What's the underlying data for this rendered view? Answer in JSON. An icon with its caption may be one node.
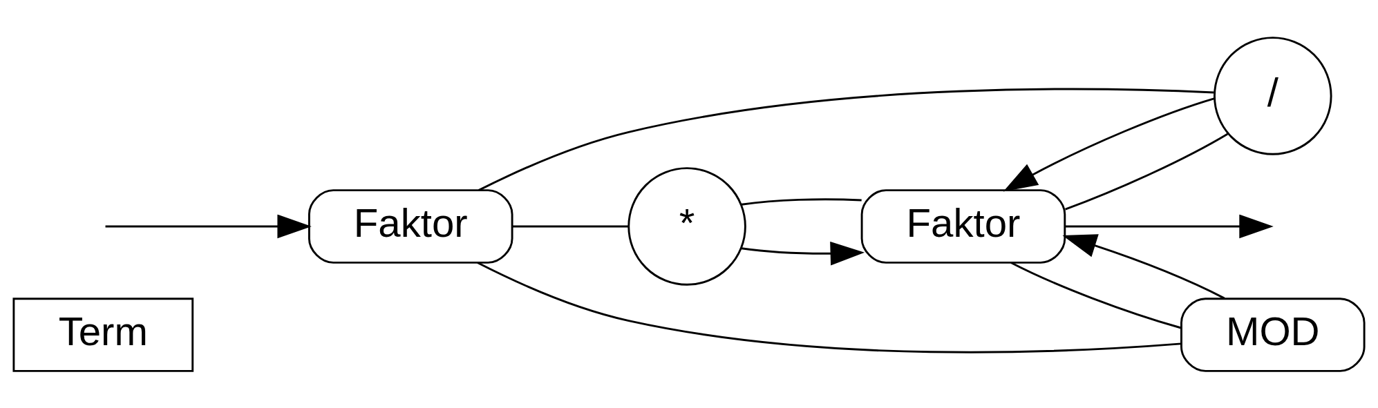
{
  "diagram": {
    "nodes": [
      {
        "text": [
          "Term"
        ]
      },
      {
        "text": [
          "Faktor"
        ]
      },
      {
        "text": [
          "Faktor"
        ]
      },
      {
        "text": [
          "*"
        ]
      },
      {
        "text": [
          "/"
        ]
      },
      {
        "text": [
          "MOD"
        ]
      }
    ],
    "edges": [
      {
        "from": null,
        "to": 1,
        "arrow": "to"
      },
      {
        "from": 1,
        "to": 3,
        "arrow": "none"
      },
      {
        "from": 1,
        "to": 4,
        "arrow": "none"
      },
      {
        "from": 1,
        "to": 5,
        "arrow": "none"
      },
      {
        "from": 3,
        "to": 2,
        "arrow": "to"
      },
      {
        "from": 4,
        "to": 2,
        "arrow": "to"
      },
      {
        "from": 5,
        "to": 2,
        "arrow": "to"
      },
      {
        "from": 2,
        "to": 3,
        "arrow": "none"
      },
      {
        "from": 2,
        "to": 4,
        "arrow": "none"
      },
      {
        "from": 2,
        "to": 5,
        "arrow": "none"
      },
      {
        "from": 2,
        "to": null,
        "arrow": "to"
      }
    ]
  }
}
